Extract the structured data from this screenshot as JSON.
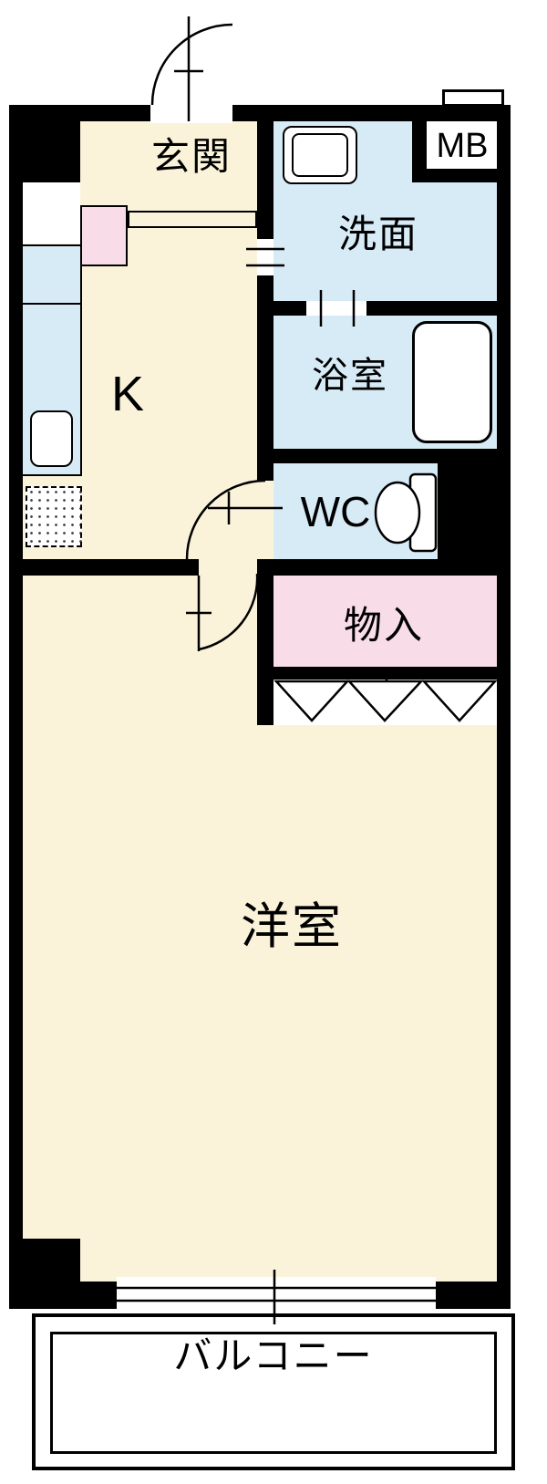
{
  "colors": {
    "wall": "#000000",
    "floor_cream": "#FAF3DA",
    "wet_area_blue": "#D7EBF7",
    "storage_pink": "#F8DCE7",
    "white": "#FFFFFF"
  },
  "rooms": {
    "genkan": {
      "label": "玄関"
    },
    "meter_box": {
      "label": "MB"
    },
    "washroom": {
      "label": "洗面"
    },
    "bathroom": {
      "label": "浴室"
    },
    "kitchen": {
      "label": "K"
    },
    "toilet": {
      "label": "WC"
    },
    "storage": {
      "label": "物入"
    },
    "western_room": {
      "label": "洋室"
    },
    "balcony": {
      "label": "バルコニー"
    }
  },
  "fixtures": [
    "entrance-door-swing",
    "meter-box-vent",
    "washing-machine-pan",
    "bathtub",
    "toilet-bowl",
    "kitchen-counter",
    "kitchen-sink",
    "tiled-corner",
    "interior-door-swings",
    "closet-folding-doors",
    "sliding-window",
    "balcony-railing"
  ]
}
